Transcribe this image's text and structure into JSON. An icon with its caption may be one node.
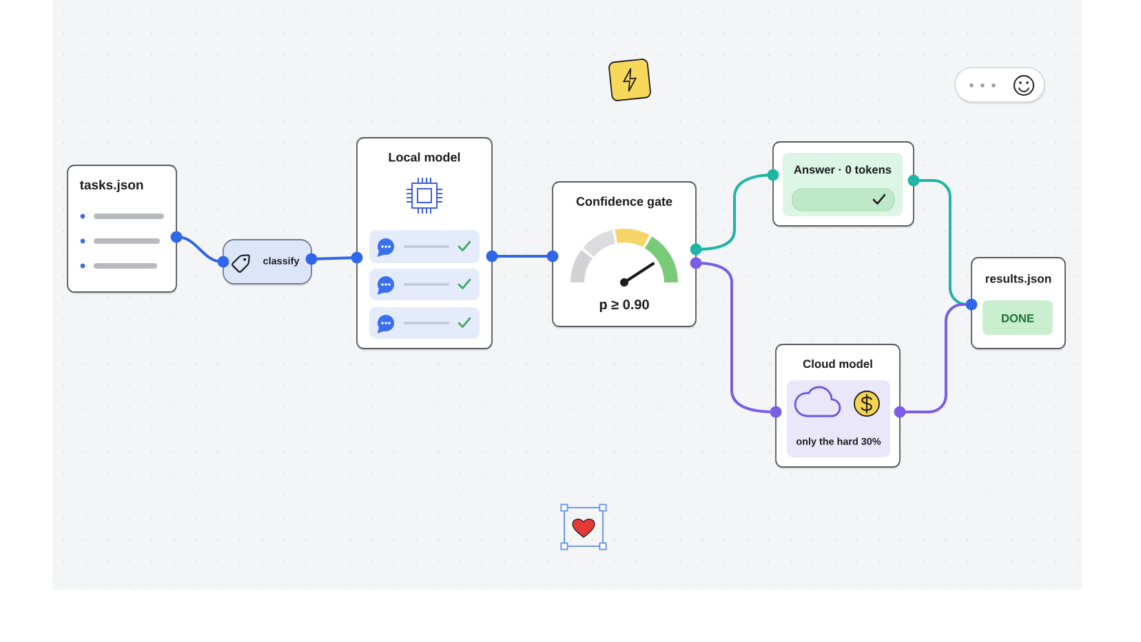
{
  "diagram": {
    "nodes": [
      {
        "text": [
          "tasks.json"
        ]
      },
      {
        "text": [
          "classify"
        ]
      },
      {
        "text": [
          "Local model"
        ]
      },
      {
        "text": [
          "Confidence gate",
          "p ≥ 0.90"
        ]
      },
      {
        "text": [
          "Answer · 0 tokens"
        ]
      },
      {
        "text": [
          "Cloud model",
          "only the hard 30%"
        ]
      },
      {
        "text": [
          "results.json",
          "DONE"
        ]
      }
    ],
    "edges": [
      {
        "from": 0,
        "to": 1,
        "arrow": "other"
      },
      {
        "from": 1,
        "to": 2,
        "arrow": "other"
      },
      {
        "from": 2,
        "to": 3,
        "arrow": "other"
      },
      {
        "from": 3,
        "to": 4,
        "arrow": "other",
        "color": "#1db5a3"
      },
      {
        "from": 3,
        "to": 5,
        "arrow": "other",
        "color": "#7a5ce6"
      },
      {
        "from": 4,
        "to": 6,
        "arrow": "other",
        "color": "#1db5a3"
      },
      {
        "from": 5,
        "to": 6,
        "arrow": "other",
        "color": "#7a5ce6"
      }
    ]
  }
}
